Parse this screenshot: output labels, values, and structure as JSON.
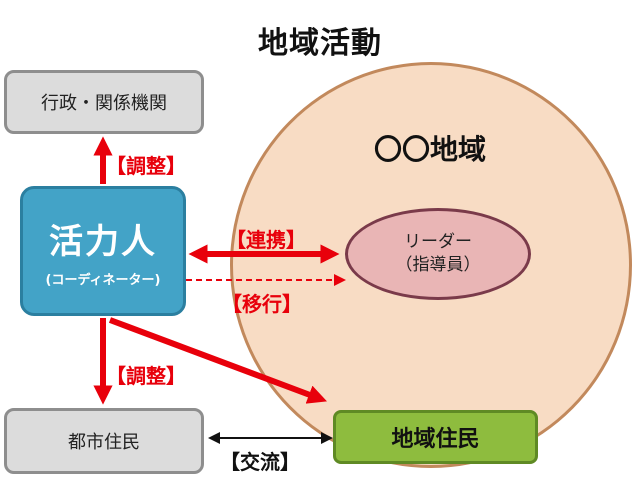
{
  "title": "地域活動",
  "region": {
    "name": "〇〇地域"
  },
  "leader": {
    "line1": "リーダー",
    "line2": "（指導員）"
  },
  "gov": {
    "label": "行政・関係機関"
  },
  "katsuryoku": {
    "name": "活力人",
    "sub": "(コーディネーター)"
  },
  "citizens": {
    "label": "都市住民"
  },
  "residents": {
    "label": "地域住民"
  },
  "labels": {
    "adjust_top": "【調整】",
    "coop": "【連携】",
    "transfer": "【移行】",
    "adjust_bottom": "【調整】",
    "exchange": "【交流】"
  },
  "colors": {
    "accent_red": "#e8000b",
    "katsuryoku_fill": "#43a3c7",
    "residents_fill": "#8ebc3e",
    "region_fill": "#f8dcc4",
    "leader_fill": "#e9b5b5",
    "gray_box_fill": "#dcdcdc"
  }
}
